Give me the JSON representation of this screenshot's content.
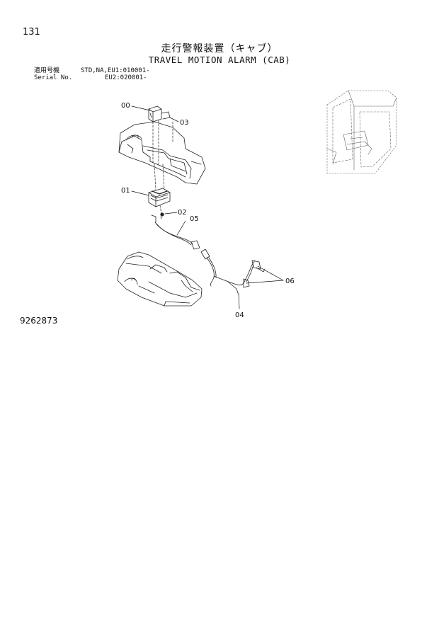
{
  "page_number": "131",
  "title_jp": "走行警報装置（キャブ）",
  "title_en": "TRAVEL MOTION ALARM (CAB)",
  "serial": {
    "label_jp": "適用号機",
    "label_en": "Serial No.",
    "value_1": "STD,NA,EU1:010001-",
    "value_2": "EU2:020001-"
  },
  "callouts": [
    "00",
    "03",
    "01",
    "02",
    "05",
    "06",
    "04"
  ],
  "drawing_number": "9262873"
}
